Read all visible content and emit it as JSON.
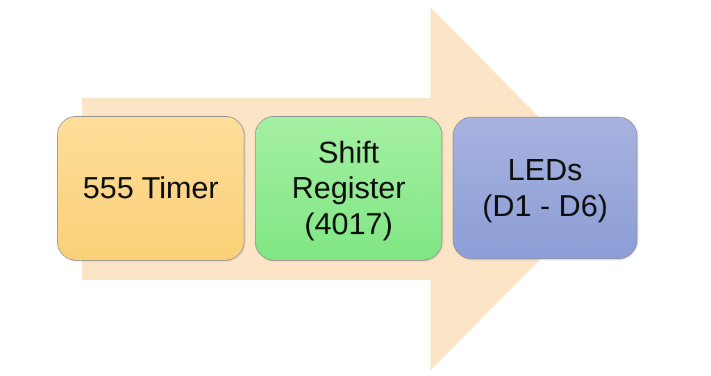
{
  "diagram": {
    "type": "flow",
    "direction": "left-to-right",
    "arrow": {
      "shape": "block-arrow-right",
      "color": "#FCE4C6"
    },
    "boxes": [
      {
        "name": "555-timer",
        "lines": [
          "555 Timer"
        ],
        "fill_top": "#FDDE9A",
        "fill_bottom": "#FBD078",
        "border_color": "#8A8A8A",
        "text_color": "#0D0D0D"
      },
      {
        "name": "shift-register",
        "lines": [
          "Shift",
          "Register",
          "(4017)"
        ],
        "fill_top": "#A5F0A3",
        "fill_bottom": "#80E683",
        "border_color": "#8A8A8A",
        "text_color": "#0D0D0D"
      },
      {
        "name": "leds",
        "lines": [
          "LEDs",
          "(D1 - D6)"
        ],
        "fill_top": "#A7B2DF",
        "fill_bottom": "#8C9ED6",
        "border_color": "#8A8A8A",
        "text_color": "#0D0D0D"
      }
    ]
  }
}
